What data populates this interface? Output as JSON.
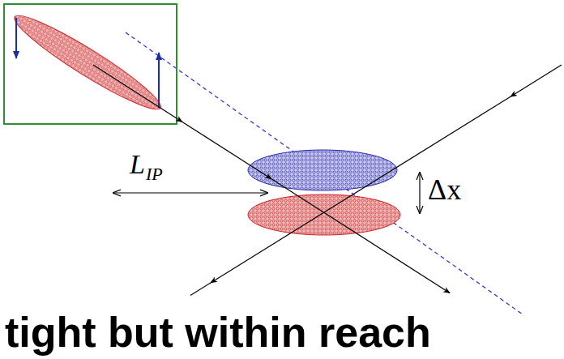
{
  "diagram": {
    "caption": "tight but within reach",
    "labels": [
      "L",
      "IP",
      "Δx"
    ]
  }
}
